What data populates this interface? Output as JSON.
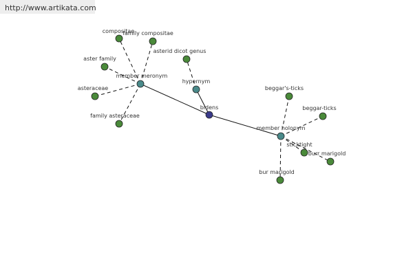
{
  "url": "http://www.artikata.com",
  "graph": {
    "center": {
      "id": "bidens",
      "label": "bidens",
      "color": "#3a3a8a"
    },
    "hubs": [
      {
        "id": "member-meronym",
        "label": "member meronym",
        "color": "#4a8a8a"
      },
      {
        "id": "hypernym",
        "label": "hypernym",
        "color": "#4a8a8a"
      },
      {
        "id": "member-holonym",
        "label": "member holonym",
        "color": "#4a8a8a"
      }
    ],
    "leaves": [
      {
        "id": "compositae",
        "label": "compositae",
        "hub": "member-meronym",
        "color": "#4a8a3a"
      },
      {
        "id": "family-compositae",
        "label": "family compositae",
        "hub": "member-meronym",
        "color": "#4a8a3a"
      },
      {
        "id": "aster-family",
        "label": "aster family",
        "hub": "member-meronym",
        "color": "#4a8a3a"
      },
      {
        "id": "asteraceae",
        "label": "asteraceae",
        "hub": "member-meronym",
        "color": "#4a8a3a"
      },
      {
        "id": "family-asteraceae",
        "label": "family asteraceae",
        "hub": "member-meronym",
        "color": "#4a8a3a"
      },
      {
        "id": "asterid-dicot-genus",
        "label": "asterid dicot genus",
        "hub": "hypernym",
        "color": "#4a8a3a"
      },
      {
        "id": "beggars-ticks",
        "label": "beggar's-ticks",
        "hub": "member-holonym",
        "color": "#4a8a3a"
      },
      {
        "id": "beggar-ticks",
        "label": "beggar-ticks",
        "hub": "member-holonym",
        "color": "#4a8a3a"
      },
      {
        "id": "sticktight",
        "label": "sticktight",
        "hub": "member-holonym",
        "color": "#4a8a3a"
      },
      {
        "id": "bur-marigold",
        "label": "bur marigold",
        "hub": "member-holonym",
        "color": "#4a8a3a"
      },
      {
        "id": "burr-marigold",
        "label": "burr marigold",
        "hub": "member-holonym",
        "color": "#4a8a3a"
      }
    ]
  }
}
